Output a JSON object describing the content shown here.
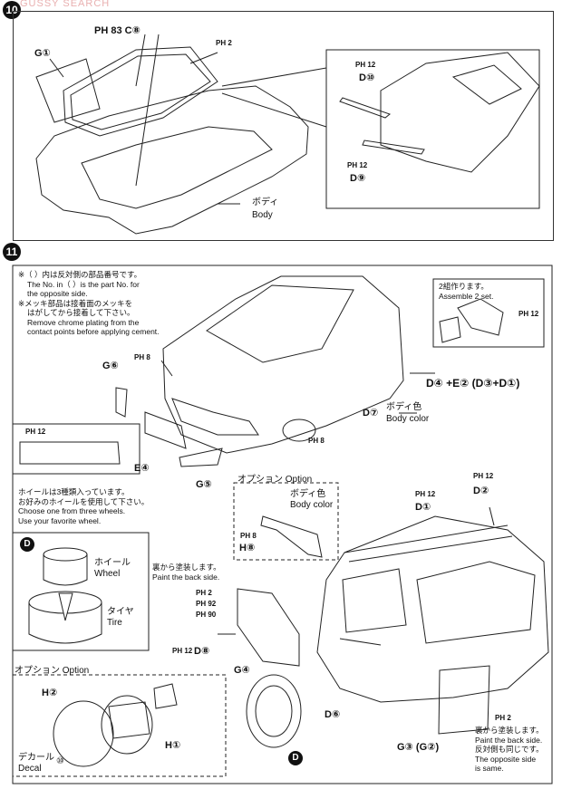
{
  "watermark": "GUSSY SEARCH",
  "step10": {
    "number": "10",
    "labels": {
      "g1": "G①",
      "ph83c8": "PH 83 C⑧",
      "ph2": "PH 2",
      "body_jp": "ボディ",
      "body_en": "Body",
      "ph12_top": "PH 12",
      "d10": "D⑩",
      "ph12_bot": "PH 12",
      "d9": "D⑨"
    }
  },
  "step11": {
    "number": "11",
    "notes": [
      "※（ ）内は反対側の部品番号です。",
      "The No. in（ ）is the part No. for",
      "the opposite side.",
      "※メッキ部品は接着面のメッキを",
      "はがしてから接着して下さい。",
      "Remove chrome plating from the",
      "contact points before applying cement."
    ],
    "assemble": [
      "2組作ります。",
      "Assemble 2 set."
    ],
    "mirror_ph": "PH 12",
    "mirror_formula": "D④ +E② (D③+D①)",
    "g6": "G⑥",
    "ph8a": "PH 8",
    "d7": "D⑦",
    "body_color_jp": "ボディ色",
    "body_color_en": "Body color",
    "ph8b": "PH 8",
    "grille_ph": "PH 12",
    "e4": "E④",
    "g5": "G⑤",
    "wheels_note": [
      "ホイールは3種類入っています。",
      "お好みのホイールを使用して下さい。",
      "Choose one from three wheels.",
      "Use your favorite wheel."
    ],
    "wheel_d": "D",
    "wheel_jp": "ホイール",
    "wheel_en": "Wheel",
    "tire_jp": "タイヤ",
    "tire_en": "Tire",
    "option_spoiler": {
      "title": "オプション Option",
      "color_jp": "ボディ色",
      "color_en": "Body color",
      "ph": "PH 8",
      "h8": "H⑧"
    },
    "ph12_top_right": "PH 12",
    "d2": "D②",
    "ph12_d1": "PH 12",
    "d1": "D①",
    "paint_back": [
      "裏から塗装します。",
      "Paint the back side."
    ],
    "ph2": "PH 2",
    "ph92": "PH 92",
    "ph90": "PH 90",
    "ph12_d8": "PH 12",
    "d8": "D⑧",
    "g4": "G④",
    "d6": "D⑥",
    "d_tire": "D",
    "option_cover": {
      "title": "オプション Option",
      "h2": "H②",
      "h1": "H①",
      "decal_jp": "デカール",
      "decal_en": "Decal",
      "decal_num": "⑩"
    },
    "ph2_right": "PH 2",
    "right_notes": [
      "裏から塗装します。",
      "Paint the back side.",
      "反対側も同じです。",
      "The opposite side",
      "is same."
    ],
    "g3g2": "G③ (G②)"
  }
}
